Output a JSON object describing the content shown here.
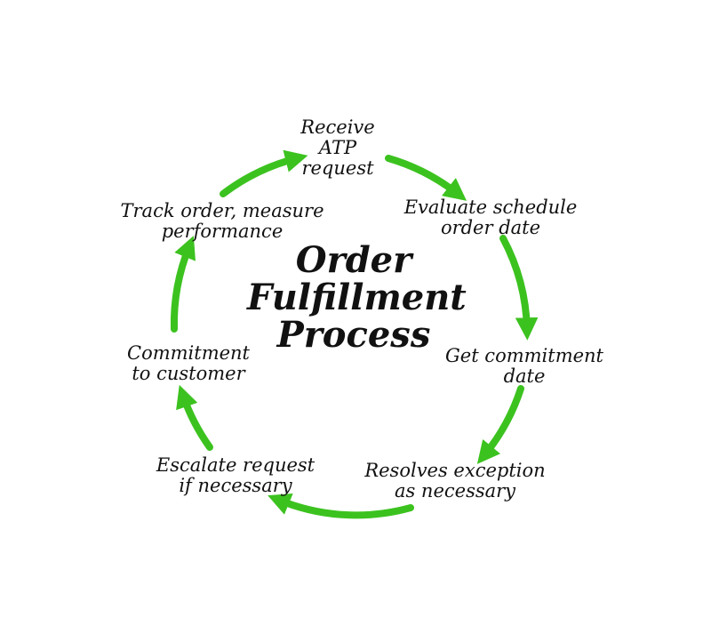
{
  "diagram": {
    "title": [
      "Order",
      "Fulfillment",
      "Process"
    ],
    "steps": [
      {
        "lines": [
          "Receive",
          "ATP",
          "request"
        ]
      },
      {
        "lines": [
          "Evaluate schedule",
          "order date"
        ]
      },
      {
        "lines": [
          "Get commitment",
          "date"
        ]
      },
      {
        "lines": [
          "Resolves exception",
          "as necessary"
        ]
      },
      {
        "lines": [
          "Escalate  request",
          "if necessary"
        ]
      },
      {
        "lines": [
          "Commitment",
          "to customer"
        ]
      },
      {
        "lines": [
          "Track order, measure",
          "performance"
        ]
      }
    ],
    "colors": {
      "arrow": "#3cc21f",
      "text": "#111111",
      "background": "#ffffff"
    }
  }
}
